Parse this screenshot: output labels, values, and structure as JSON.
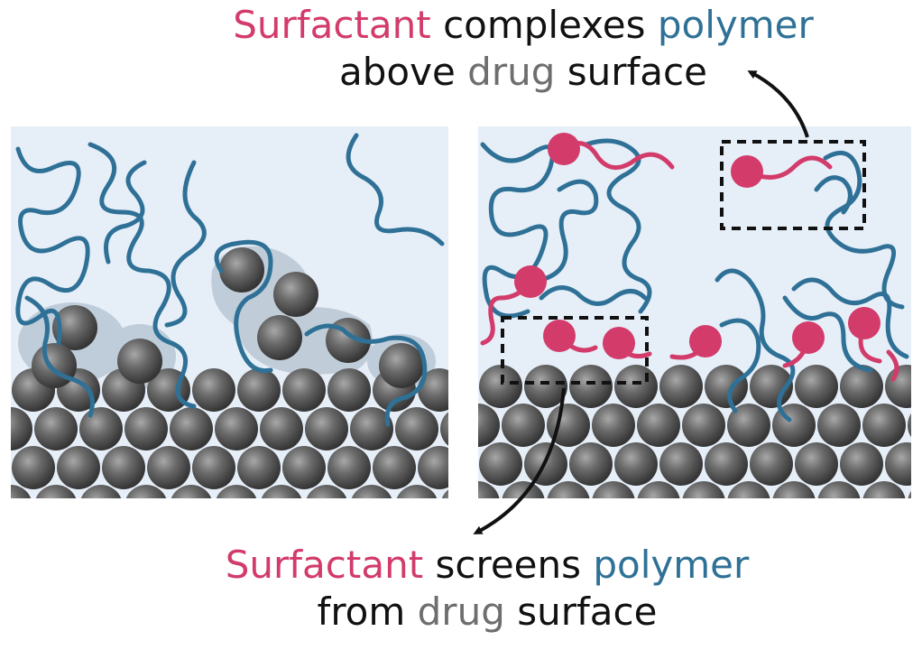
{
  "top_caption": {
    "line1": {
      "surfactant": "Surfactant",
      "middle": " complexes ",
      "polymer": "polymer"
    },
    "line2": {
      "pre": "above ",
      "drug": "drug",
      "post": " surface"
    }
  },
  "bottom_caption": {
    "line1": {
      "surfactant": "Surfactant",
      "middle": " screens ",
      "polymer": "polymer"
    },
    "line2": {
      "pre": "from ",
      "drug": "drug",
      "post": " surface"
    }
  },
  "colors": {
    "surfactant": "#d23b6a",
    "polymer": "#2f7196",
    "drug": "#6e6e6e",
    "water": "#e6eef8",
    "arrow": "#111111"
  },
  "icons": [
    "drug-particle",
    "polymer-chain",
    "surfactant-molecule",
    "callout-arrow",
    "dashed-highlight-box"
  ]
}
